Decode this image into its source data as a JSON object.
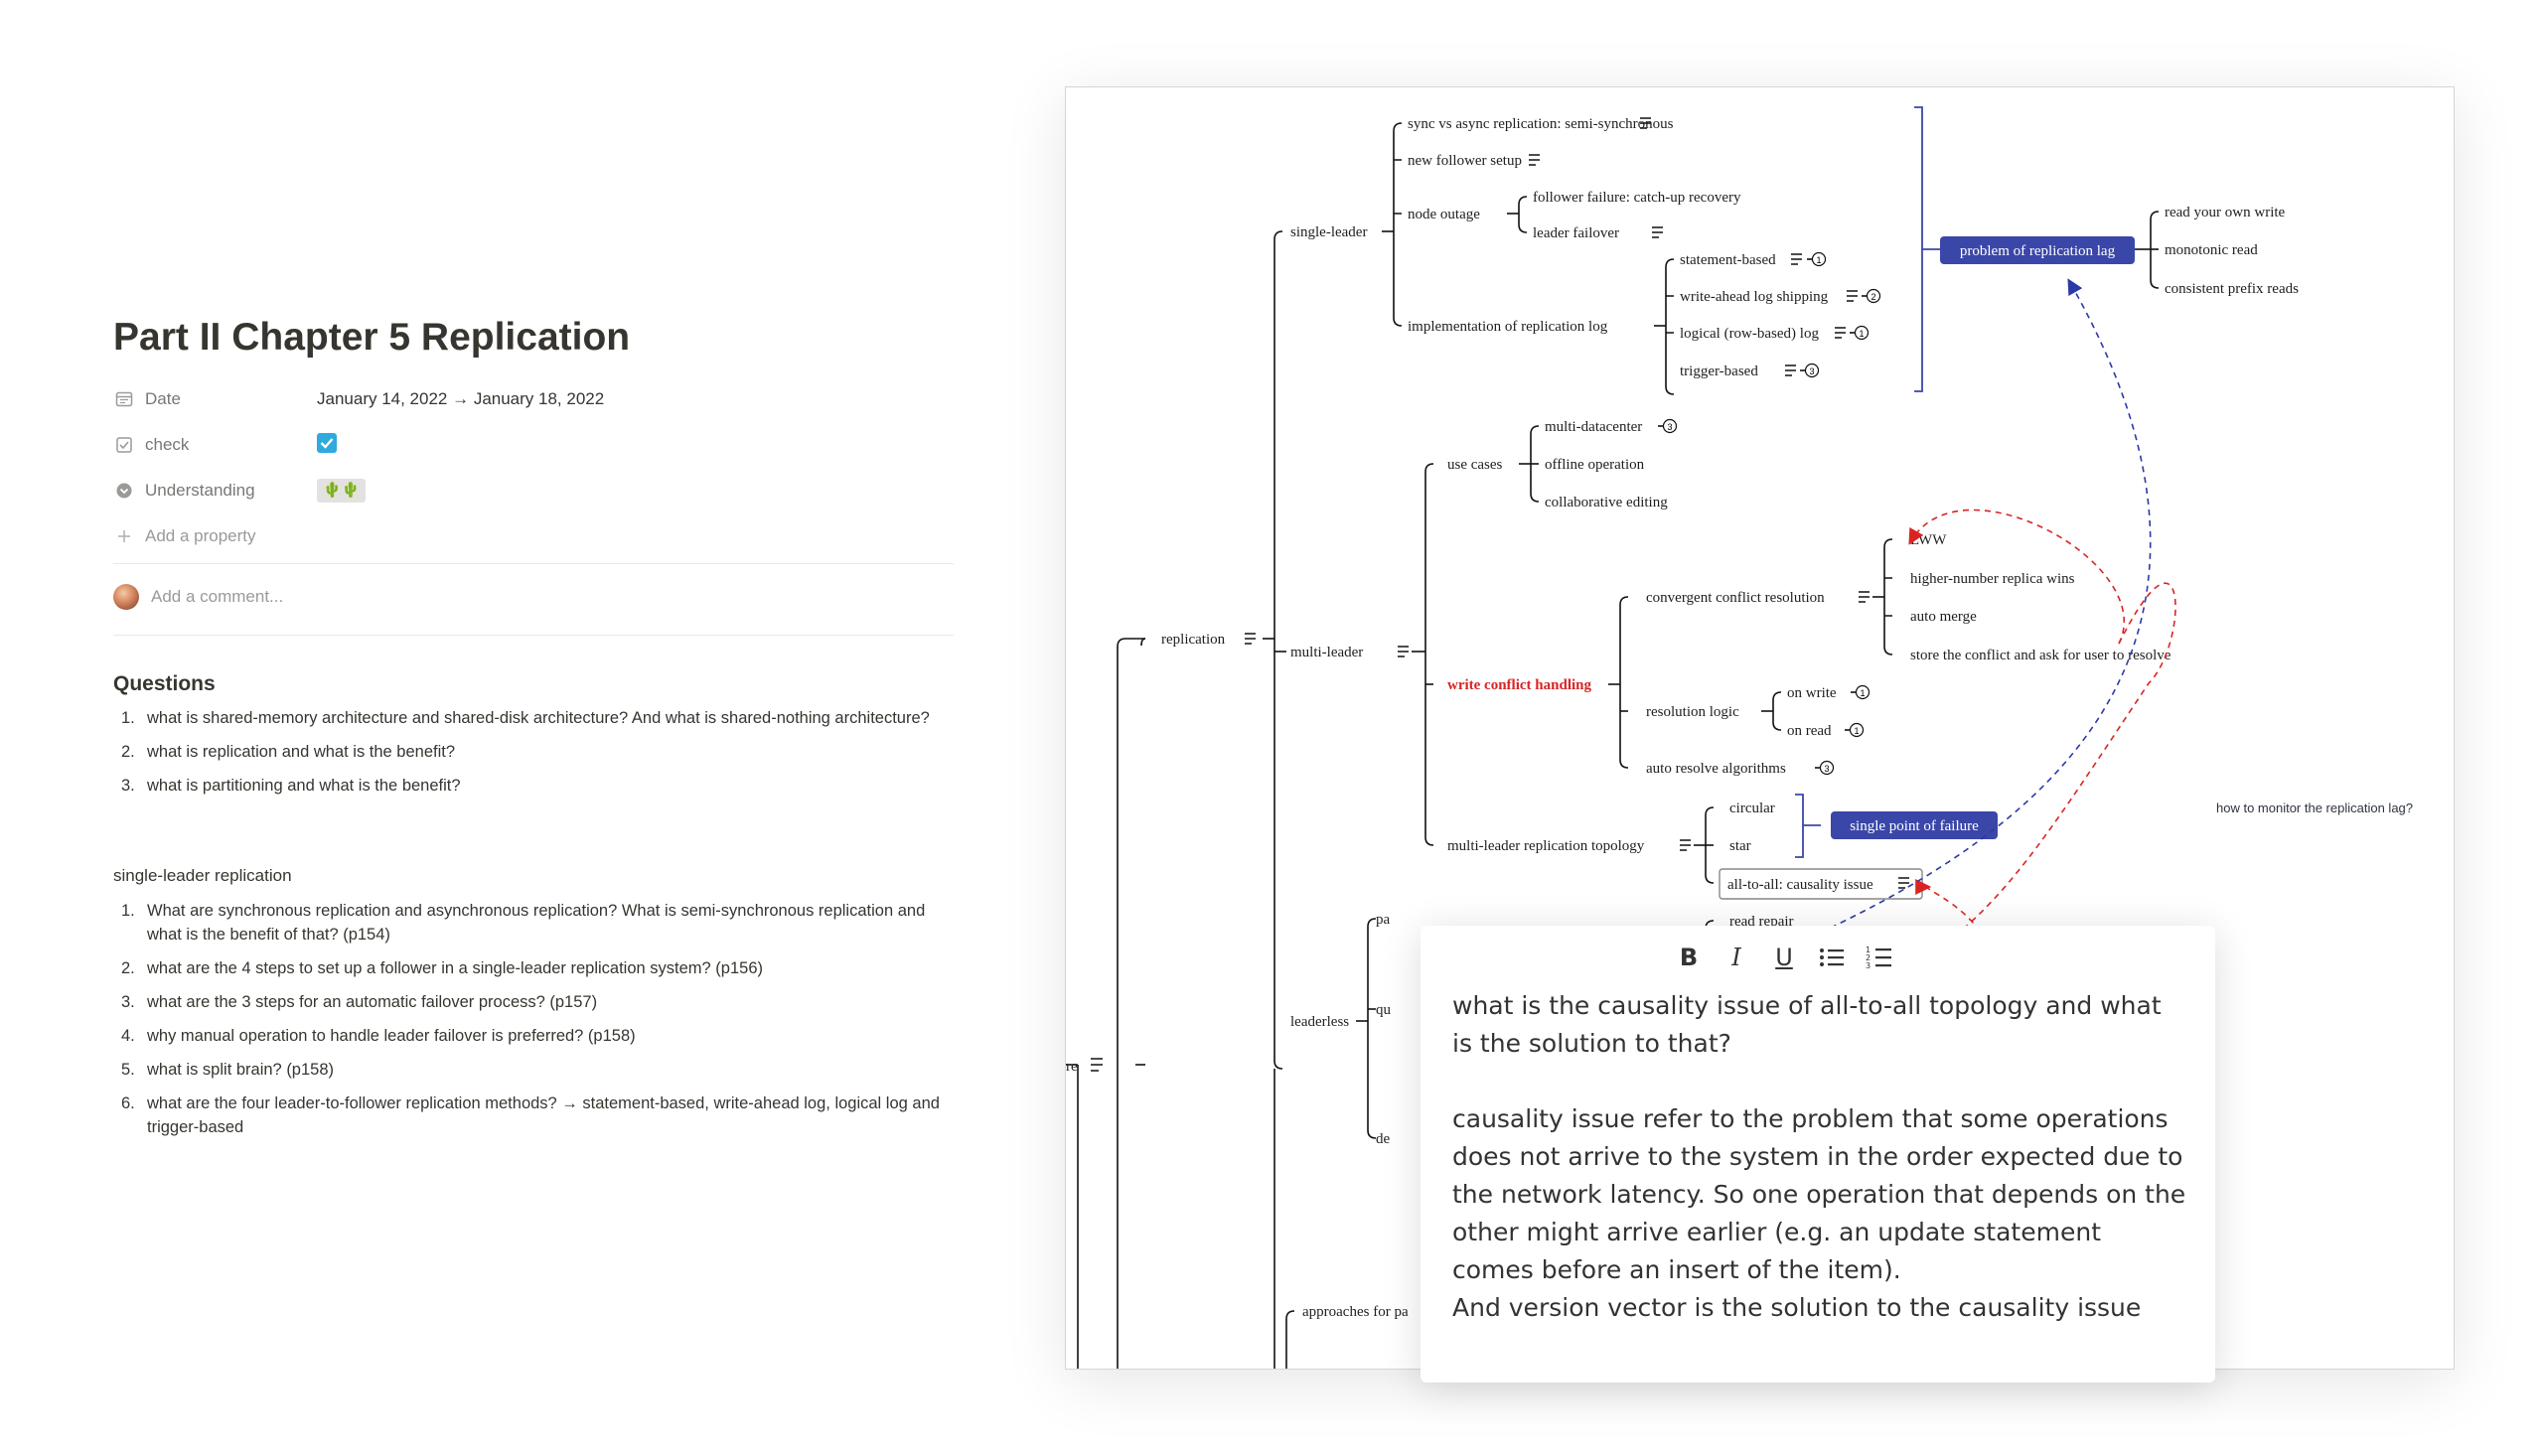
{
  "page": {
    "title": "Part II Chapter 5 Replication",
    "properties": [
      {
        "icon": "calendar-icon",
        "name": "Date",
        "value": "January 14, 2022 → January 18, 2022"
      },
      {
        "icon": "checkbox-icon",
        "name": "check",
        "value": "checked"
      },
      {
        "icon": "select-icon",
        "name": "Understanding",
        "value": "🌵🌵"
      }
    ],
    "add_property": "Add a property",
    "comment_placeholder": "Add a comment...",
    "questions_heading": "Questions",
    "questions": [
      "what is shared-memory architecture and shared-disk architecture? And what is shared-nothing architecture?",
      "what is replication and what is the benefit?",
      "what is partitioning and what is the benefit?"
    ],
    "single_leader_heading": "single-leader replication",
    "single_leader_questions": [
      "What are synchronous replication and asynchronous replication? What is semi-synchronous replication and what is the benefit of that? (p154)",
      "what are the 4 steps to set up a follower in a single-leader replication system? (p156)",
      "what are the 3 steps for an automatic failover process? (p157)",
      "why manual operation to handle leader failover is preferred? (p158)",
      "what is split brain? (p158)",
      "what are the four leader-to-follower replication methods? → statement-based, write-ahead log, logical log and trigger-based"
    ]
  },
  "mindmap": {
    "root_fragment": "re",
    "nodes": {
      "replication": "replication",
      "single_leader": "single-leader",
      "sync_async": "sync vs async replication: semi-synchronous",
      "new_follower": "new follower setup",
      "node_outage": "node outage",
      "follower_failure": "follower failure: catch-up recovery",
      "leader_failover": "leader failover",
      "impl_log": "implementation of replication log",
      "statement_based": "statement-based",
      "wal_shipping": "write-ahead log shipping",
      "logical_log": "logical (row-based) log",
      "trigger_based": "trigger-based",
      "problem_lag": "problem of replication lag",
      "read_your_write": "read your own write",
      "monotonic_read": "monotonic read",
      "consistent_prefix": "consistent prefix reads",
      "multi_leader": "multi-leader",
      "use_cases": "use cases",
      "multi_datacenter": "multi-datacenter",
      "offline_operation": "offline operation",
      "collab_editing": "collaborative editing",
      "write_conflict": "write conflict handling",
      "convergent": "convergent conflict resolution",
      "lww": "LWW",
      "higher_number": "higher-number replica wins",
      "auto_merge": "auto merge",
      "store_conflict": "store the conflict and ask for user to resolve",
      "resolution_logic": "resolution logic",
      "on_write": "on write",
      "on_read": "on read",
      "auto_resolve": "auto resolve algorithms",
      "topology": "multi-leader replication topology",
      "circular": "circular",
      "star": "star",
      "spof": "single point of failure",
      "all_to_all": "all-to-all: causality issue",
      "read_repair": "read repair",
      "leaderless": "leaderless",
      "pa_fragment": "pa",
      "qu_fragment": "qu",
      "de_fragment": "de",
      "approaches": "approaches for pa"
    },
    "relationship_label": "how to monitor the replication lag?",
    "link_badges": {
      "statement_based": "1",
      "wal_shipping": "2",
      "logical_log": "1",
      "trigger_based": "3",
      "multi_datacenter": "3",
      "on_write": "1",
      "on_read": "1",
      "auto_resolve": "3"
    },
    "colors": {
      "accent_blue": "#3a47a8",
      "conflict_red": "#d92424",
      "relationship_blue": "#2b3aa8"
    }
  },
  "popup": {
    "toolbar": [
      "bold",
      "italic",
      "underline",
      "bulleted-list",
      "numbered-list"
    ],
    "bold_label": "B",
    "italic_label": "I",
    "underline_label": "U",
    "question": "what is the causality issue of all-to-all topology and what is the solution to that?",
    "answer": "causality issue refer to the problem that some operations does not arrive to the system in the order expected due to the network latency. So one operation that depends on the other might arrive earlier (e.g. an update statement comes before an insert of the item).",
    "answer_2": "And version vector is the solution to the causality issue"
  }
}
